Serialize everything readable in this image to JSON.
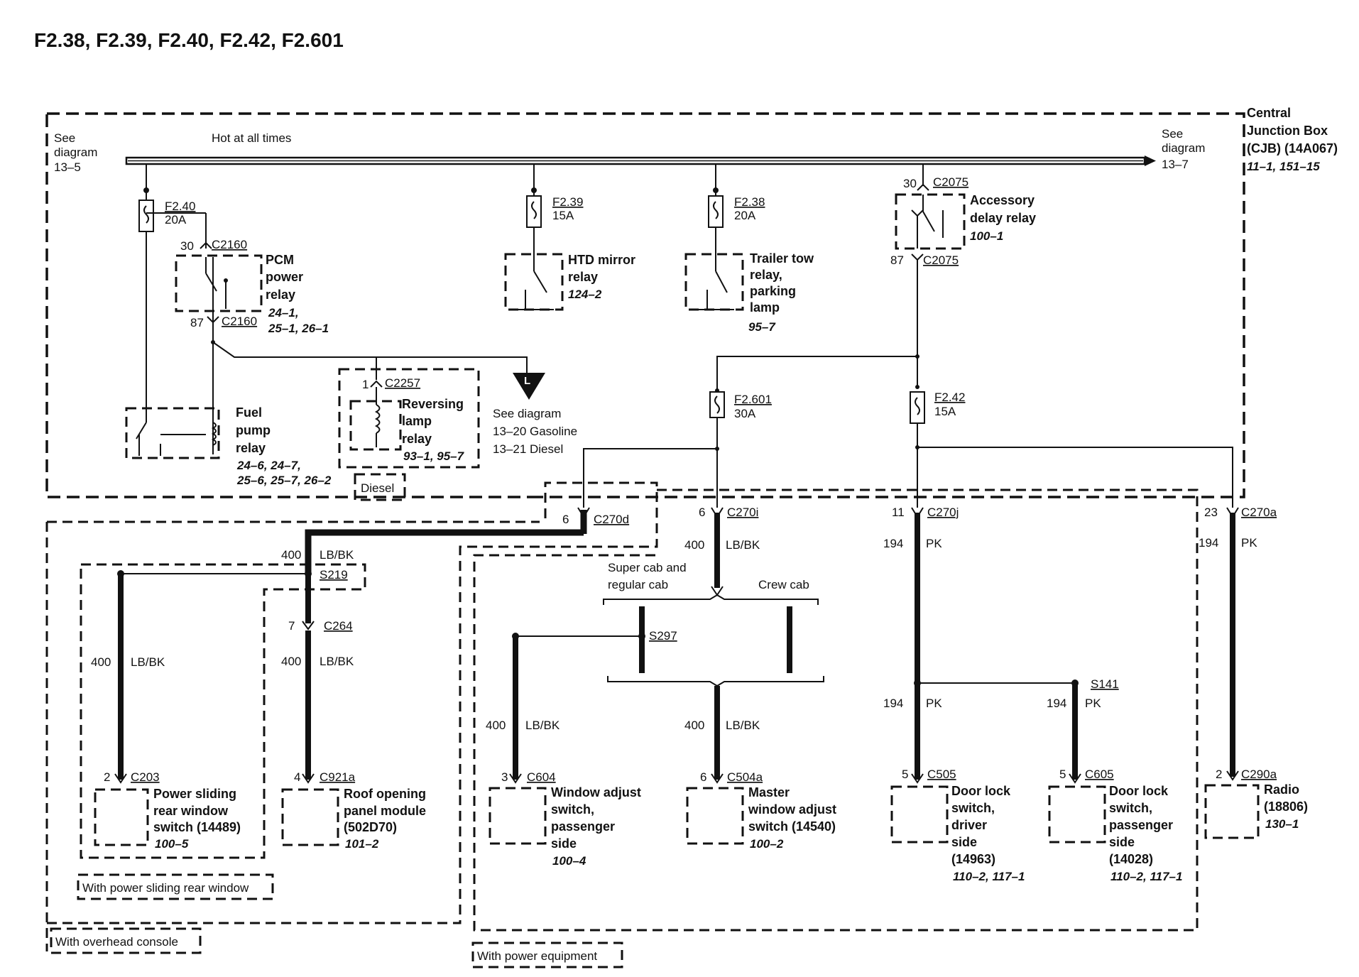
{
  "title": "F2.38, F2.39, F2.40, F2.42, F2.601",
  "bus": {
    "label": "Hot at all times"
  },
  "see_left": [
    "See",
    "diagram",
    "13–5"
  ],
  "see_right": [
    "See",
    "diagram",
    "13–7"
  ],
  "cjb": [
    "Central",
    "Junction Box",
    "(CJB) (14A067)",
    "11–1, 151–15"
  ],
  "fuses": {
    "f240": {
      "name": "F2.40",
      "rating": "20A"
    },
    "f239": {
      "name": "F2.39",
      "rating": "15A"
    },
    "f238": {
      "name": "F2.38",
      "rating": "20A"
    },
    "f2601": {
      "name": "F2.601",
      "rating": "30A"
    },
    "f242": {
      "name": "F2.42",
      "rating": "15A"
    }
  },
  "relays": {
    "pcm": {
      "lines": [
        "PCM",
        "power",
        "relay"
      ],
      "refs": [
        "24–1,",
        "25–1, 26–1"
      ],
      "pin_in": "30",
      "conn_in": "C2160",
      "pin_out": "87",
      "conn_out": "C2160"
    },
    "htd": {
      "lines": [
        "HTD mirror",
        "relay"
      ],
      "refs": [
        "124–2"
      ]
    },
    "trailer": {
      "lines": [
        "Trailer tow",
        "relay,",
        "parking",
        "lamp"
      ],
      "refs": [
        "95–7"
      ]
    },
    "accessory": {
      "lines": [
        "Accessory",
        "delay relay"
      ],
      "refs": [
        "100–1"
      ],
      "pin_in": "30",
      "conn_in": "C2075",
      "pin_out": "87",
      "conn_out": "C2075"
    },
    "fuel": {
      "lines": [
        "Fuel",
        "pump",
        "relay"
      ],
      "refs": [
        "24–6, 24–7,",
        "25–6, 25–7, 26–2"
      ]
    },
    "reversing": {
      "lines": [
        "Reversing",
        "lamp",
        "relay"
      ],
      "refs": [
        "93–1, 95–7"
      ],
      "pin": "1",
      "conn": "C2257"
    }
  },
  "diesel_label": "Diesel",
  "see_l": {
    "marker": "L",
    "lines": [
      "See diagram",
      "13–20 Gasoline",
      "13–21 Diesel"
    ]
  },
  "connectors": {
    "c270d": {
      "pin": "6",
      "name": "C270d"
    },
    "c270i": {
      "pin": "6",
      "name": "C270i"
    },
    "c270j": {
      "pin": "11",
      "name": "C270j"
    },
    "c270a": {
      "pin": "23",
      "name": "C270a"
    },
    "c264": {
      "pin": "7",
      "name": "C264"
    },
    "c203": {
      "pin": "2",
      "name": "C203"
    },
    "c921a": {
      "pin": "4",
      "name": "C921a"
    },
    "c604": {
      "pin": "3",
      "name": "C604"
    },
    "c504a": {
      "pin": "6",
      "name": "C504a"
    },
    "c505": {
      "pin": "5",
      "name": "C505"
    },
    "c605": {
      "pin": "5",
      "name": "C605"
    },
    "c290a": {
      "pin": "2",
      "name": "C290a"
    }
  },
  "splices": {
    "s219": "S219",
    "s297": "S297",
    "s141": "S141"
  },
  "wires": {
    "lbbk_circuit": "400",
    "lbbk_color": "LB/BK",
    "pk_circuit": "194",
    "pk_color": "PK"
  },
  "branches": {
    "super_cab": [
      "Super cab and",
      "regular cab"
    ],
    "crew_cab": "Crew cab"
  },
  "components": {
    "power_sliding": {
      "lines": [
        "Power sliding",
        "rear window",
        "switch (14489)"
      ],
      "ref": "100–5"
    },
    "roof_opening": {
      "lines": [
        "Roof opening",
        "panel module",
        "(502D70)"
      ],
      "ref": "101–2"
    },
    "window_adjust": {
      "lines": [
        "Window adjust",
        "switch,",
        "passenger",
        "side"
      ],
      "ref": "100–4"
    },
    "master_window": {
      "lines": [
        "Master",
        "window adjust",
        "switch (14540)"
      ],
      "ref": "100–2"
    },
    "door_lock_driver": {
      "lines": [
        "Door lock",
        "switch,",
        "driver",
        "side",
        "(14963)"
      ],
      "ref": "110–2, 117–1"
    },
    "door_lock_pass": {
      "lines": [
        "Door lock",
        "switch,",
        "passenger",
        "side",
        "(14028)"
      ],
      "ref": "110–2, 117–1"
    },
    "radio": {
      "lines": [
        "Radio",
        "(18806)"
      ],
      "ref": "130–1"
    }
  },
  "options": {
    "sliding": "With power sliding rear window",
    "overhead": "With overhead console",
    "power_equipment": "With power equipment"
  }
}
